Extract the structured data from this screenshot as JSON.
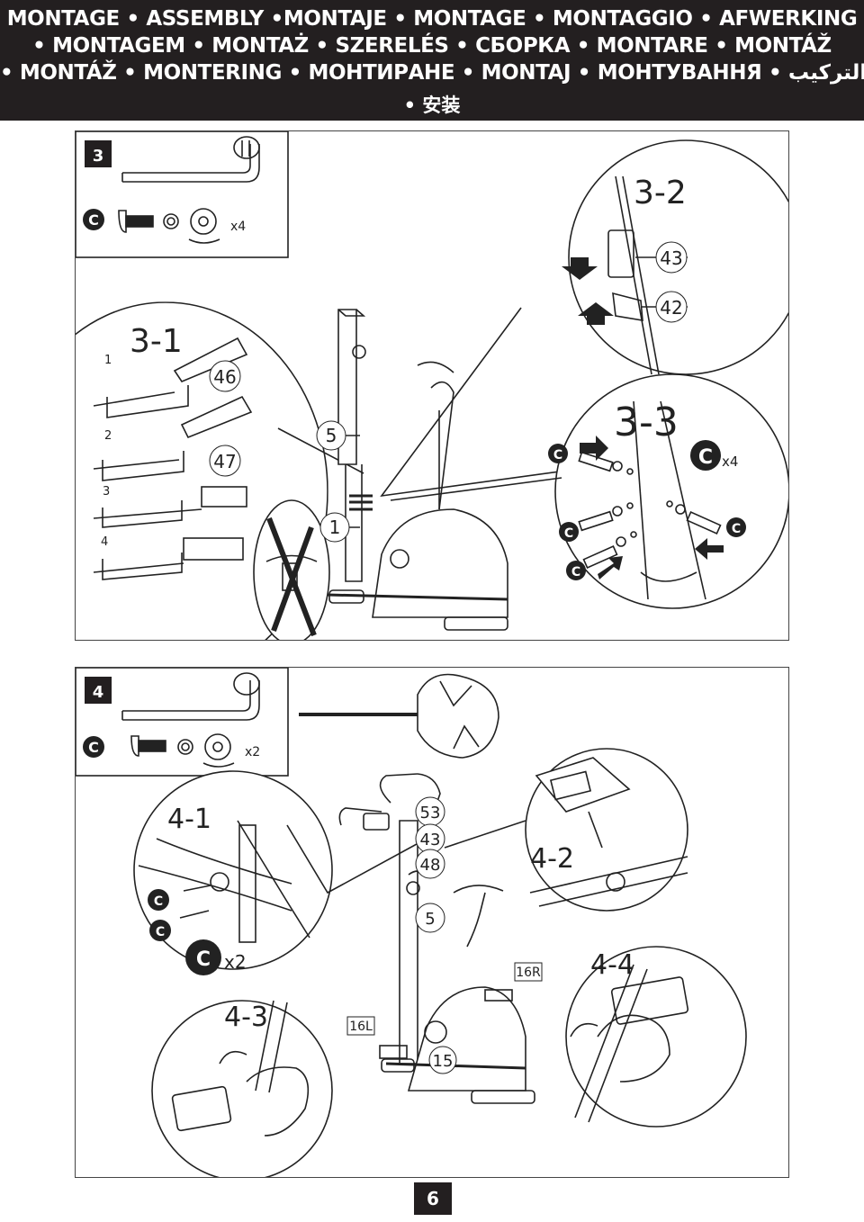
{
  "header": {
    "line1": "MONTAGE • ASSEMBLY •MONTAJE • MONTAGE • MONTAGGIO • AFWERKING",
    "line2": "• MONTAGEM • MONTAŻ • SZERELÉS • СБОРКА • MONTARE • MONTÁŽ",
    "line3": "• MONTÁŽ • MONTERING • МОНТИРАНЕ • MONTAJ • МОНТУВАННЯ • التركيب",
    "line4": "• 安装"
  },
  "step3": {
    "badge": "3",
    "hardware_letter": "C",
    "hardware_qty": "x4",
    "detail_3_1": {
      "label": "3-1",
      "part_46": "46",
      "part_47": "47",
      "steps": [
        "1",
        "2",
        "3",
        "4"
      ]
    },
    "detail_3_2": {
      "label": "3-2",
      "part_43": "43",
      "part_42": "42"
    },
    "detail_3_3": {
      "label": "3-3",
      "hardware_letter": "C",
      "qty": "x4"
    },
    "part_5": "5",
    "part_1": "1"
  },
  "step4": {
    "badge": "4",
    "hardware_letter": "C",
    "hardware_qty": "x2",
    "detail_4_1": {
      "label": "4-1",
      "hardware_letter": "C",
      "qty": "x2"
    },
    "detail_4_2": {
      "label": "4-2"
    },
    "detail_4_3": {
      "label": "4-3"
    },
    "detail_4_4": {
      "label": "4-4"
    },
    "part_53": "53",
    "part_43": "43",
    "part_48": "48",
    "part_5": "5",
    "part_16R": "16R",
    "part_16L": "16L",
    "part_15": "15"
  },
  "page_number": "6"
}
